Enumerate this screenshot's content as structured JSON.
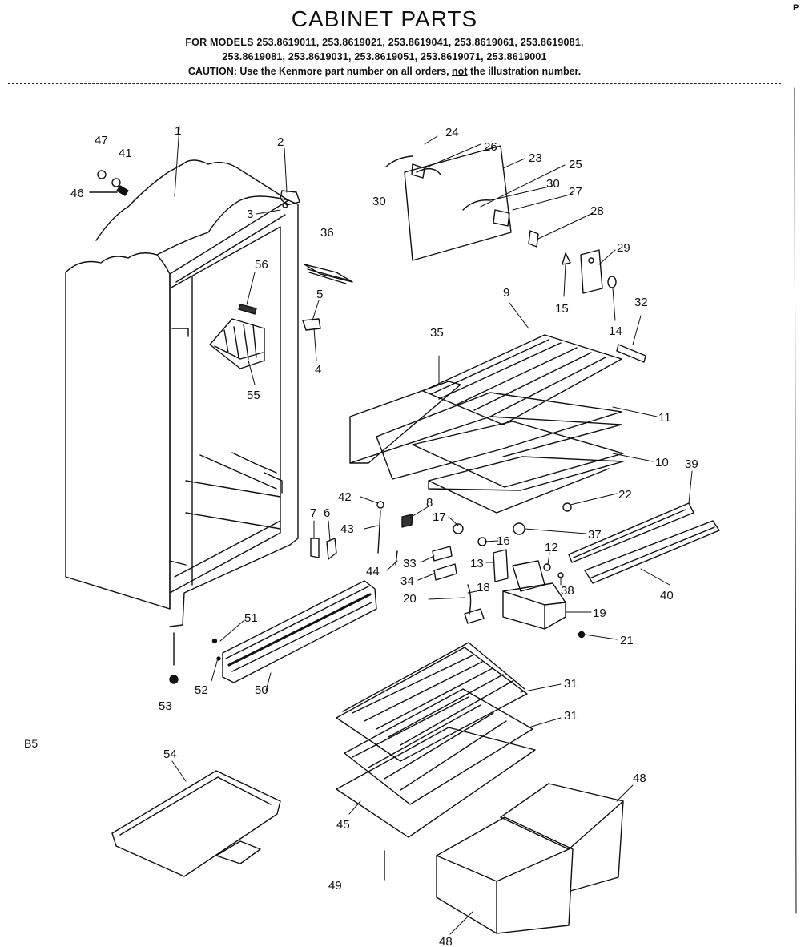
{
  "header": {
    "title": "CABINET PARTS",
    "models_line1": "FOR MODELS 253.8619011, 253.8619021, 253.8619041, 253.8619061, 253.8619081,",
    "models_line2": "253.8619081, 253.8619031, 253.8619051, 253.8619071, 253.8619001",
    "caution_prefix": "CAUTION: Use the Kenmore part number on all orders,",
    "caution_not": "not",
    "caution_suffix": "the illustration number.",
    "corner_mark": "P"
  },
  "page_code": "B5",
  "callouts": [
    {
      "id": "c47",
      "text": "47"
    },
    {
      "id": "c41",
      "text": "41"
    },
    {
      "id": "c46",
      "text": "46"
    },
    {
      "id": "c1",
      "text": "1"
    },
    {
      "id": "c2",
      "text": "2"
    },
    {
      "id": "c3",
      "text": "3"
    },
    {
      "id": "c36",
      "text": "36"
    },
    {
      "id": "c56",
      "text": "56"
    },
    {
      "id": "c5",
      "text": "5"
    },
    {
      "id": "c4",
      "text": "4"
    },
    {
      "id": "c55",
      "text": "55"
    },
    {
      "id": "c24",
      "text": "24"
    },
    {
      "id": "c26",
      "text": "26"
    },
    {
      "id": "c23",
      "text": "23"
    },
    {
      "id": "c25",
      "text": "25"
    },
    {
      "id": "c30a",
      "text": "30"
    },
    {
      "id": "c30b",
      "text": "30"
    },
    {
      "id": "c27",
      "text": "27"
    },
    {
      "id": "c28",
      "text": "28"
    },
    {
      "id": "c29",
      "text": "29"
    },
    {
      "id": "c15",
      "text": "15"
    },
    {
      "id": "c14",
      "text": "14"
    },
    {
      "id": "c32",
      "text": "32"
    },
    {
      "id": "c9",
      "text": "9"
    },
    {
      "id": "c35",
      "text": "35"
    },
    {
      "id": "c11",
      "text": "11"
    },
    {
      "id": "c10",
      "text": "10"
    },
    {
      "id": "c39",
      "text": "39"
    },
    {
      "id": "c22",
      "text": "22"
    },
    {
      "id": "c42",
      "text": "42"
    },
    {
      "id": "c8",
      "text": "8"
    },
    {
      "id": "c43",
      "text": "43"
    },
    {
      "id": "c7",
      "text": "7"
    },
    {
      "id": "c6",
      "text": "6"
    },
    {
      "id": "c17",
      "text": "17"
    },
    {
      "id": "c37",
      "text": "37"
    },
    {
      "id": "c16",
      "text": "16"
    },
    {
      "id": "c12",
      "text": "12"
    },
    {
      "id": "c33",
      "text": "33"
    },
    {
      "id": "c13",
      "text": "13"
    },
    {
      "id": "c44",
      "text": "44"
    },
    {
      "id": "c34",
      "text": "34"
    },
    {
      "id": "c38",
      "text": "38"
    },
    {
      "id": "c40",
      "text": "40"
    },
    {
      "id": "c18",
      "text": "18"
    },
    {
      "id": "c20",
      "text": "20"
    },
    {
      "id": "c19",
      "text": "19"
    },
    {
      "id": "c21",
      "text": "21"
    },
    {
      "id": "c51",
      "text": "51"
    },
    {
      "id": "c52",
      "text": "52"
    },
    {
      "id": "c53",
      "text": "53"
    },
    {
      "id": "c50",
      "text": "50"
    },
    {
      "id": "c31a",
      "text": "31"
    },
    {
      "id": "c31b",
      "text": "31"
    },
    {
      "id": "c54",
      "text": "54"
    },
    {
      "id": "c45",
      "text": "45"
    },
    {
      "id": "c48a",
      "text": "48"
    },
    {
      "id": "c48b",
      "text": "48"
    },
    {
      "id": "c49",
      "text": "49"
    }
  ]
}
